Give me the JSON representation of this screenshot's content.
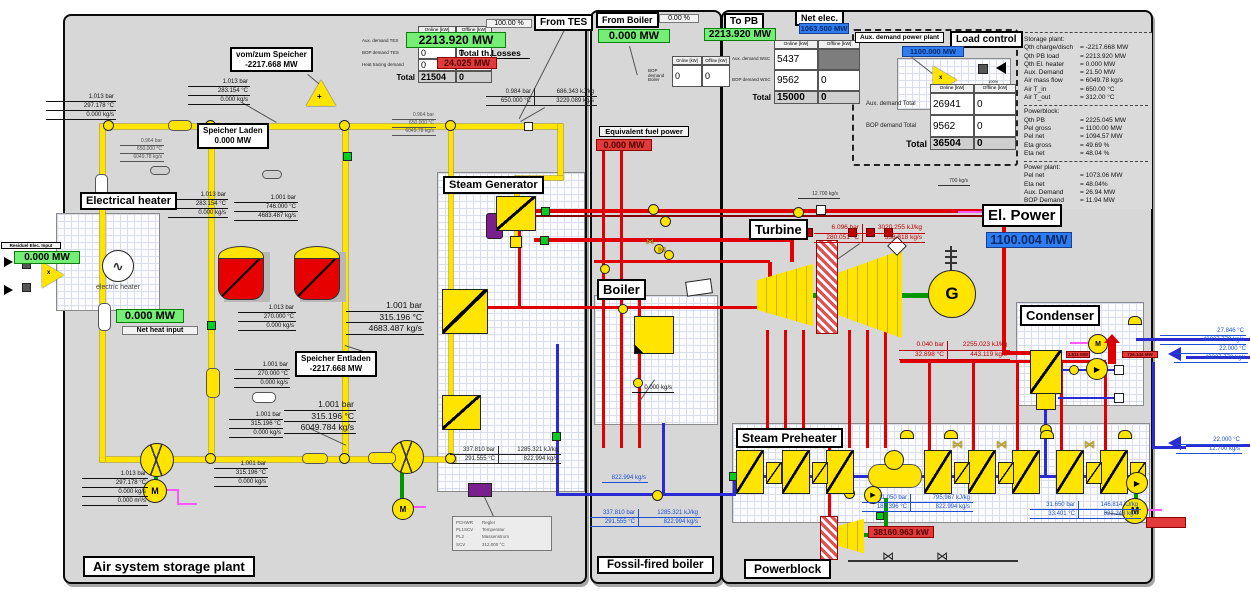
{
  "colors": {
    "pipe_yellow": "#ffe400",
    "line_red": "#e00000",
    "line_blue": "#2b2bd5",
    "value_green": "#74ee74",
    "value_red": "#e23a3a",
    "value_blue": "#2f7df0"
  },
  "sections": {
    "left": "Air system storage plant",
    "middle": "Fossil-fired boiler",
    "right": "Powerblock"
  },
  "tables_common": {
    "online": "Online [kW]",
    "offline": "Offline [kW]",
    "total": "Total"
  },
  "tes": {
    "percent": "100.00 %",
    "tab": "From TES",
    "power": "2213.920 MW",
    "losses_label": "Total th.Losses",
    "losses_value": "24.025 MW",
    "rows": [
      {
        "label": "Aux. demand TES",
        "on": "21504",
        "off": ""
      },
      {
        "label": "BOP demand TES",
        "on": "0",
        "off": "0"
      },
      {
        "label": "Heat tracing demand",
        "on": "0",
        "off": "0"
      }
    ],
    "total_on": "21504",
    "total_off": "0"
  },
  "boiler": {
    "tab": "From Boiler",
    "percent": "0.00 %",
    "power": "0.000 MW",
    "rows": [
      {
        "label": "BOP demand Boiler",
        "on": "0",
        "off": "0"
      }
    ],
    "equiv_label": "Equivalent fuel power",
    "equiv_value": "0.000 MW",
    "title": "Boiler"
  },
  "pb": {
    "tab": "To PB",
    "power": "2213.920 MW",
    "net_label": "Net elec.",
    "net_value": "1063.500 MW",
    "wsc_rows": [
      {
        "label": "Aux. demand WSC",
        "on": "5437",
        "off": ""
      },
      {
        "label": "BOP demand WSC",
        "on": "9562",
        "off": "0"
      }
    ],
    "wsc_total_on": "15000",
    "wsc_total_off": "0",
    "aux_label": "Aux. demand power plant",
    "load_label": "Load control",
    "load_value": "1100.000 MW",
    "load_pct": "100%",
    "tot_rows": [
      {
        "label": "Aux. demand Total",
        "on": "26941",
        "off": "0"
      },
      {
        "label": "BOP demand Total",
        "on": "9562",
        "off": "0"
      }
    ],
    "tot_total_on": "36504",
    "tot_total_off": "0",
    "turbine": "Turbine",
    "generator": "G",
    "el_power_label": "El. Power",
    "el_power_value": "1100.004 MW",
    "condenser": "Condenser",
    "cond_mw1": "2.511 MW",
    "cond_mw2": "726.144 MW",
    "preheater": "Steam Preheater",
    "fwp_power": "38160.963 kW"
  },
  "storage": {
    "vomzum1": "vom/zum Speicher",
    "vomzum2": "-2217.668 MW",
    "laden1": "Speicher Laden",
    "laden2": "0.000 MW",
    "entladen1": "Speicher Entladen",
    "entladen2": "-2217.668 MW",
    "heater_title": "Electrical heater",
    "heater_caption": "electric heater",
    "residual_label": "Residuel Elec. Input",
    "residual_value": "0.000 MW",
    "net_heat_label": "Net heat input",
    "net_heat_value": "0.000 MW",
    "sg_title": "Steam Generator"
  },
  "legend": [
    [
      "PCHWR",
      "Regler"
    ],
    [
      "PL1SCV",
      "Temperatur"
    ],
    [
      "PL2",
      "Massenstrom"
    ],
    [
      "SCV",
      "312.000 °C"
    ]
  ],
  "meas": {
    "m1": [
      "1.013 bar",
      "297.178 °C",
      "0.000 kg/s"
    ],
    "m2": [
      "1.013 bar",
      "283.154 °C",
      "0.000 kg/s"
    ],
    "m3": [
      "1.013 bar",
      "283.154 °C",
      "0.000 kg/s"
    ],
    "m4": [
      "1.001 bar",
      "746.000 °C",
      "4683.487 kg/s"
    ],
    "m5": [
      "1.013 bar",
      "270.000 °C",
      "0.000 kg/s"
    ],
    "m6": [
      "1.001 bar",
      "315.196 °C",
      "4683.487 kg/s"
    ],
    "m7": [
      "1.001 bar",
      "270.000 °C",
      "0.000 kg/s"
    ],
    "m8": [
      "1.001 bar",
      "315.196 °C",
      "6049.784 kg/s"
    ],
    "m9": [
      "1.001 bar",
      "315.196 °C",
      "0.000 kg/s"
    ],
    "m10": [
      "1.001 bar",
      "315.196 °C",
      "0.000 kg/s"
    ],
    "m11": [
      "1.013 bar",
      "297.178 °C",
      "0.000 kg/s",
      "0.000 m³/s"
    ],
    "m12": [
      "0.964 bar",
      "650.000 °C",
      "6049.78 kg/s"
    ],
    "f1": [
      "12.700 kg/s"
    ],
    "f2": [
      "700 kg/s"
    ],
    "f3": [
      "822.994 kg/s"
    ],
    "f4": [
      "0.000 kg/s"
    ],
    "b1": [
      "27.846 °C",
      "43227.779 kg/s"
    ],
    "b2": [
      "22.000 °C",
      "43227.779 kg/s"
    ],
    "b3": [
      "22.000 °C",
      "12.700 kg/s"
    ]
  },
  "meas4": {
    "q1": [
      [
        "0.984 bar",
        "686.343 kJ/kg"
      ],
      [
        "650.000 °C",
        "3229.089 kg/s"
      ]
    ],
    "q2": [
      [
        "337.810 bar",
        "1285.321 kJ/kg"
      ],
      [
        "291.555 °C",
        "822.994 kg/s"
      ]
    ],
    "q3": [
      [
        "337.810 bar",
        "1285.321 kJ/kg"
      ],
      [
        "291.555 °C",
        "822.994 kg/s"
      ]
    ],
    "q4": [
      [
        "6.096 bar",
        "3020.255 kJ/kg"
      ],
      [
        "280.051 °C",
        "538.818 kg/s"
      ]
    ],
    "q5": [
      [
        "0.040 bar",
        "2255.023 kJ/kg"
      ],
      [
        "32.898 °C",
        "443.119 kg/s"
      ]
    ],
    "q6": [
      [
        "11.050 bar",
        "795.967 kJ/kg"
      ],
      [
        "185.396 °C",
        "822.994 kg/s"
      ]
    ],
    "q7": [
      [
        "31.650 bar",
        "146.814 kJ/kg"
      ],
      [
        "33.401 °C",
        "822.243 kg/s"
      ]
    ]
  },
  "stats": {
    "storage_title": "Storage plant:",
    "storage_rows": [
      [
        "Qth charge/disch",
        "=  -2217.668 MW"
      ],
      [
        "Qth  PB load",
        "= 2213.920 MW"
      ],
      [
        "Qth El. heater",
        "=   0.000 MW"
      ],
      [
        "Aux. Demand",
        "=  21.50 MW"
      ],
      [
        "Air mass flow",
        "= 6049.78 kg/s"
      ],
      [
        "Air T_in",
        "=  650.00 °C"
      ],
      [
        "Air T_out",
        "=  312.00 °C"
      ]
    ],
    "pb_title": "Powerblock:",
    "pb_rows": [
      [
        "Qth PB",
        "= 2225.045 MW"
      ],
      [
        "Pel gross",
        "= 1100.00 MW"
      ],
      [
        "Pel net",
        "= 1094.57 MW"
      ],
      [
        "Eta gross",
        "=  49.69 %"
      ],
      [
        "Eta net",
        "=  48.04 %"
      ]
    ],
    "pp_title": "Power plant:",
    "pp_rows": [
      [
        "Pel net",
        "= 1073.06 MW"
      ],
      [
        "Eta net",
        "=  48.04%"
      ],
      [
        "Aux. Demand",
        "=  26.94 MW"
      ],
      [
        "BOP Demand",
        "=  11.94 MW"
      ]
    ]
  }
}
